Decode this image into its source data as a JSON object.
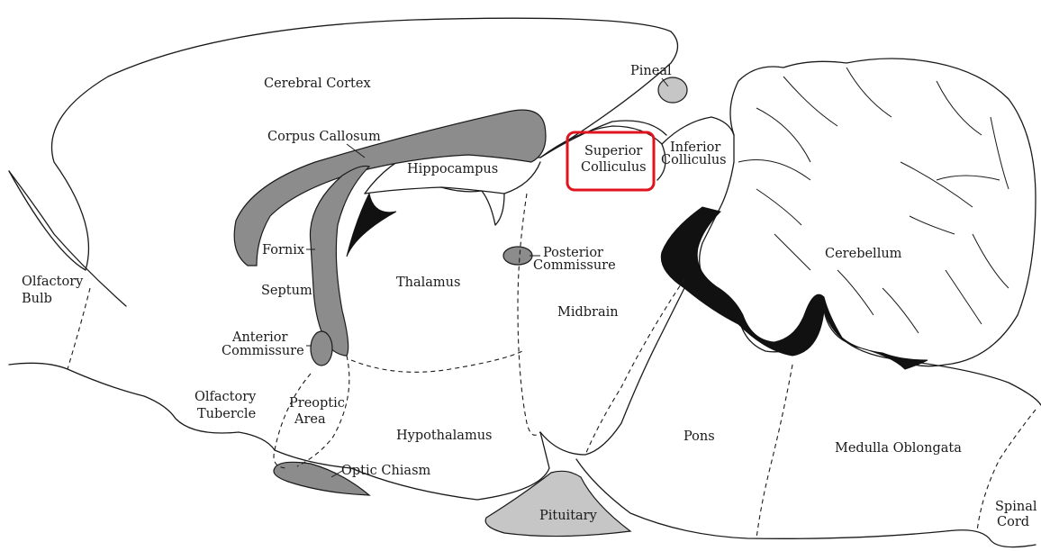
{
  "labels": {
    "cerebral_cortex": "Cerebral Cortex",
    "pineal": "Pineal",
    "corpus_callosum": "Corpus Callosum",
    "superior": "Superior",
    "colliculus": "Colliculus",
    "inferior": "Inferior",
    "inferior_colliculus": "Colliculus",
    "hippocampus": "Hippocampus",
    "fornix": "Fornix",
    "posterior": "Posterior",
    "commissure_post": "Commissure",
    "cerebellum": "Cerebellum",
    "olfactory": "Olfactory",
    "bulb": "Bulb",
    "septum": "Septum",
    "thalamus": "Thalamus",
    "midbrain": "Midbrain",
    "anterior": "Anterior",
    "commissure_ant": "Commissure",
    "olfactory_t": "Olfactory",
    "tubercle": "Tubercle",
    "preoptic": "Preoptic",
    "area": "Area",
    "hypothalamus": "Hypothalamus",
    "pons": "Pons",
    "medulla": "Medulla Oblongata",
    "optic_chiasm": "Optic Chiasm",
    "pituitary": "Pituitary",
    "spinal": "Spinal",
    "cord": "Cord"
  },
  "highlight": {
    "target": "Superior Colliculus",
    "color": "#e0141e"
  },
  "colors": {
    "grey_fill": "#8c8c8c",
    "light_grey_fill": "#c6c6c6",
    "ventricle_black": "#111111"
  }
}
